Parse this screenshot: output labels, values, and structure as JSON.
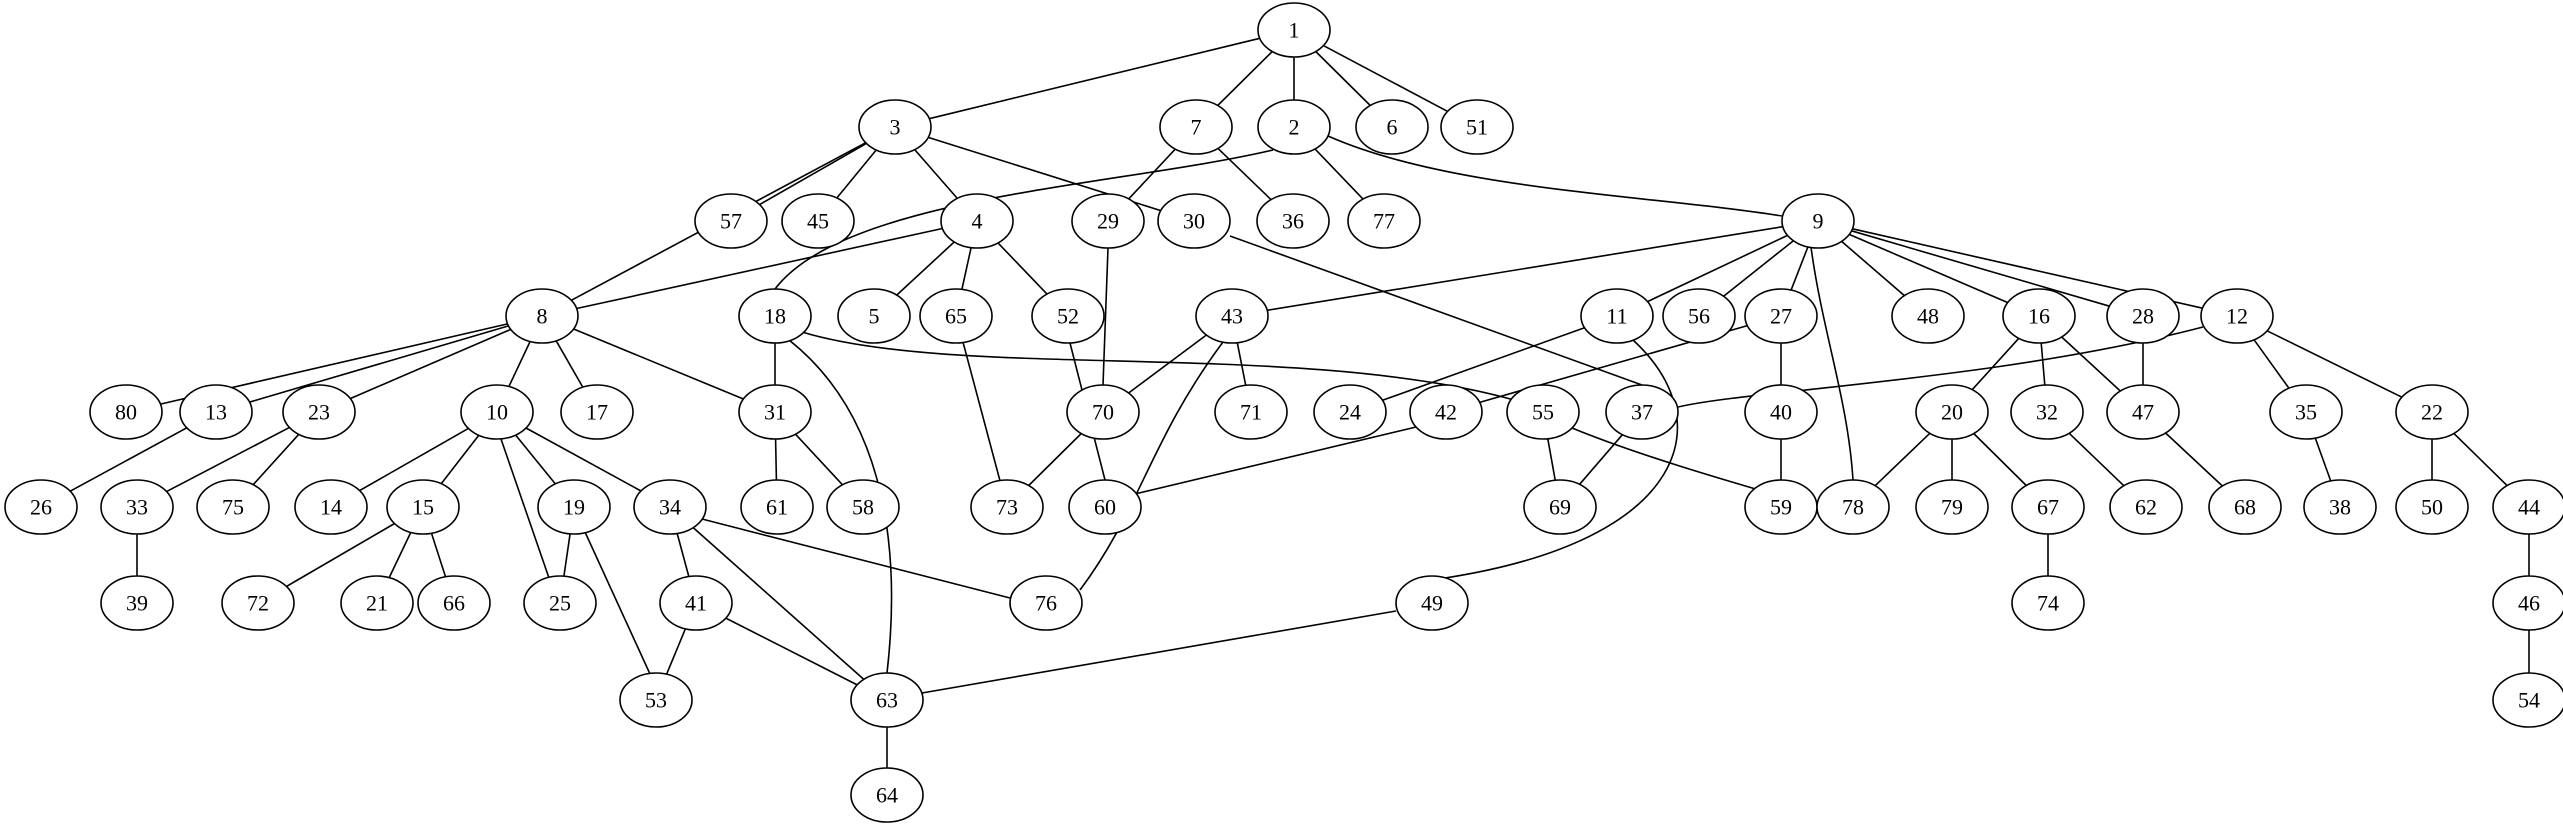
{
  "graph": {
    "nodes": [
      "1",
      "2",
      "3",
      "4",
      "5",
      "6",
      "7",
      "8",
      "9",
      "10",
      "11",
      "12",
      "13",
      "14",
      "15",
      "16",
      "17",
      "18",
      "19",
      "20",
      "21",
      "22",
      "23",
      "24",
      "25",
      "26",
      "27",
      "28",
      "29",
      "30",
      "31",
      "32",
      "33",
      "34",
      "35",
      "36",
      "37",
      "38",
      "39",
      "40",
      "41",
      "42",
      "43",
      "44",
      "45",
      "46",
      "47",
      "48",
      "49",
      "50",
      "51",
      "52",
      "53",
      "54",
      "55",
      "56",
      "57",
      "58",
      "59",
      "60",
      "61",
      "62",
      "63",
      "64",
      "65",
      "66",
      "67",
      "68",
      "69",
      "70",
      "71",
      "72",
      "73",
      "74",
      "75",
      "76",
      "77",
      "78",
      "79",
      "80"
    ],
    "edges": [
      [
        "1",
        "3"
      ],
      [
        "1",
        "7"
      ],
      [
        "1",
        "2"
      ],
      [
        "1",
        "6"
      ],
      [
        "1",
        "51"
      ],
      [
        "3",
        "8"
      ],
      [
        "3",
        "57"
      ],
      [
        "3",
        "45"
      ],
      [
        "3",
        "4"
      ],
      [
        "3",
        "30"
      ],
      [
        "7",
        "29"
      ],
      [
        "7",
        "36"
      ],
      [
        "2",
        "18"
      ],
      [
        "2",
        "77"
      ],
      [
        "2",
        "9"
      ],
      [
        "4",
        "8"
      ],
      [
        "4",
        "5"
      ],
      [
        "4",
        "65"
      ],
      [
        "4",
        "52"
      ],
      [
        "29",
        "70"
      ],
      [
        "30",
        "37"
      ],
      [
        "9",
        "43"
      ],
      [
        "9",
        "11"
      ],
      [
        "9",
        "56"
      ],
      [
        "9",
        "27"
      ],
      [
        "9",
        "78"
      ],
      [
        "9",
        "48"
      ],
      [
        "9",
        "16"
      ],
      [
        "9",
        "28"
      ],
      [
        "9",
        "12"
      ],
      [
        "8",
        "80"
      ],
      [
        "8",
        "13"
      ],
      [
        "8",
        "23"
      ],
      [
        "8",
        "10"
      ],
      [
        "8",
        "17"
      ],
      [
        "8",
        "31"
      ],
      [
        "18",
        "31"
      ],
      [
        "18",
        "55"
      ],
      [
        "18",
        "63"
      ],
      [
        "65",
        "73"
      ],
      [
        "52",
        "60"
      ],
      [
        "43",
        "70"
      ],
      [
        "43",
        "71"
      ],
      [
        "43",
        "76"
      ],
      [
        "11",
        "24"
      ],
      [
        "11",
        "49"
      ],
      [
        "27",
        "42"
      ],
      [
        "27",
        "40"
      ],
      [
        "16",
        "20"
      ],
      [
        "16",
        "32"
      ],
      [
        "16",
        "47"
      ],
      [
        "28",
        "47"
      ],
      [
        "12",
        "37"
      ],
      [
        "12",
        "35"
      ],
      [
        "12",
        "22"
      ],
      [
        "13",
        "26"
      ],
      [
        "23",
        "33"
      ],
      [
        "23",
        "75"
      ],
      [
        "10",
        "14"
      ],
      [
        "10",
        "15"
      ],
      [
        "10",
        "25"
      ],
      [
        "10",
        "19"
      ],
      [
        "10",
        "34"
      ],
      [
        "31",
        "61"
      ],
      [
        "31",
        "58"
      ],
      [
        "70",
        "73"
      ],
      [
        "42",
        "60"
      ],
      [
        "55",
        "69"
      ],
      [
        "55",
        "78"
      ],
      [
        "37",
        "69"
      ],
      [
        "40",
        "59"
      ],
      [
        "20",
        "78"
      ],
      [
        "20",
        "79"
      ],
      [
        "20",
        "67"
      ],
      [
        "32",
        "62"
      ],
      [
        "47",
        "68"
      ],
      [
        "35",
        "38"
      ],
      [
        "22",
        "50"
      ],
      [
        "22",
        "44"
      ],
      [
        "33",
        "39"
      ],
      [
        "15",
        "72"
      ],
      [
        "15",
        "21"
      ],
      [
        "15",
        "66"
      ],
      [
        "19",
        "25"
      ],
      [
        "19",
        "53"
      ],
      [
        "34",
        "41"
      ],
      [
        "34",
        "63"
      ],
      [
        "34",
        "76"
      ],
      [
        "67",
        "74"
      ],
      [
        "44",
        "46"
      ],
      [
        "41",
        "53"
      ],
      [
        "41",
        "63"
      ],
      [
        "49",
        "63"
      ],
      [
        "46",
        "54"
      ],
      [
        "63",
        "64"
      ]
    ]
  }
}
